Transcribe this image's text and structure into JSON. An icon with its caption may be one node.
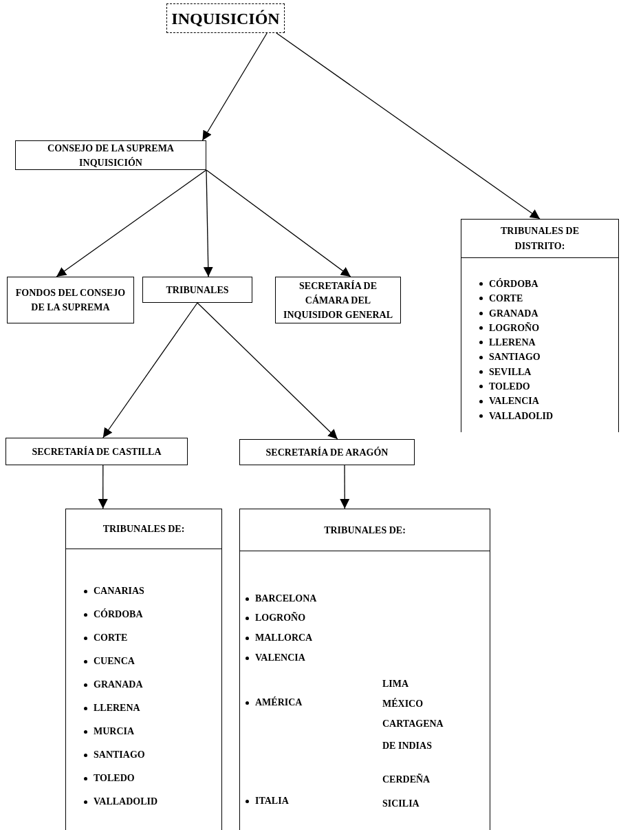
{
  "diagram": {
    "nodes": [
      {
        "text": [
          "INQUISICIÓN"
        ]
      },
      {
        "text": [
          "CONSEJO DE LA SUPREMA INQUISICIÓN"
        ]
      },
      {
        "text": [
          "TRIBUNALES DE DISTRITO:",
          "CÓRDOBA",
          "CORTE",
          "GRANADA",
          "LOGROÑO",
          "LLERENA",
          "SANTIAGO",
          "SEVILLA",
          "TOLEDO",
          "VALENCIA",
          "VALLADOLID"
        ]
      },
      {
        "text": [
          "FONDOS DEL CONSEJO DE LA SUPREMA"
        ]
      },
      {
        "text": [
          "TRIBUNALES"
        ]
      },
      {
        "text": [
          "SECRETARÍA DE CÁMARA DEL INQUISIDOR GENERAL"
        ]
      },
      {
        "text": [
          "SECRETARÍA DE CASTILLA"
        ]
      },
      {
        "text": [
          "SECRETARÍA DE ARAGÓN"
        ]
      },
      {
        "text": [
          "TRIBUNALES DE:",
          "CANARIAS",
          "CÓRDOBA",
          "CORTE",
          "CUENCA",
          "GRANADA",
          "LLERENA",
          "MURCIA",
          "SANTIAGO",
          "TOLEDO",
          "VALLADOLID"
        ]
      },
      {
        "text": [
          "TRIBUNALES DE:",
          "BARCELONA",
          "LOGROÑO",
          "MALLORCA",
          "VALENCIA",
          "AMÉRICA",
          "LIMA",
          "MÉXICO",
          "CARTAGENA DE INDIAS",
          "ITALIA",
          "CERDEÑA",
          "SICILIA"
        ]
      }
    ],
    "edges": [
      {
        "from": 0,
        "to": 1,
        "arrow": "to"
      },
      {
        "from": 0,
        "to": 2,
        "arrow": "to"
      },
      {
        "from": 1,
        "to": 3,
        "arrow": "to"
      },
      {
        "from": 1,
        "to": 4,
        "arrow": "to"
      },
      {
        "from": 1,
        "to": 5,
        "arrow": "to"
      },
      {
        "from": 4,
        "to": 6,
        "arrow": "to"
      },
      {
        "from": 4,
        "to": 7,
        "arrow": "to"
      },
      {
        "from": 6,
        "to": 8,
        "arrow": "to"
      },
      {
        "from": 7,
        "to": 9,
        "arrow": "to"
      }
    ]
  }
}
